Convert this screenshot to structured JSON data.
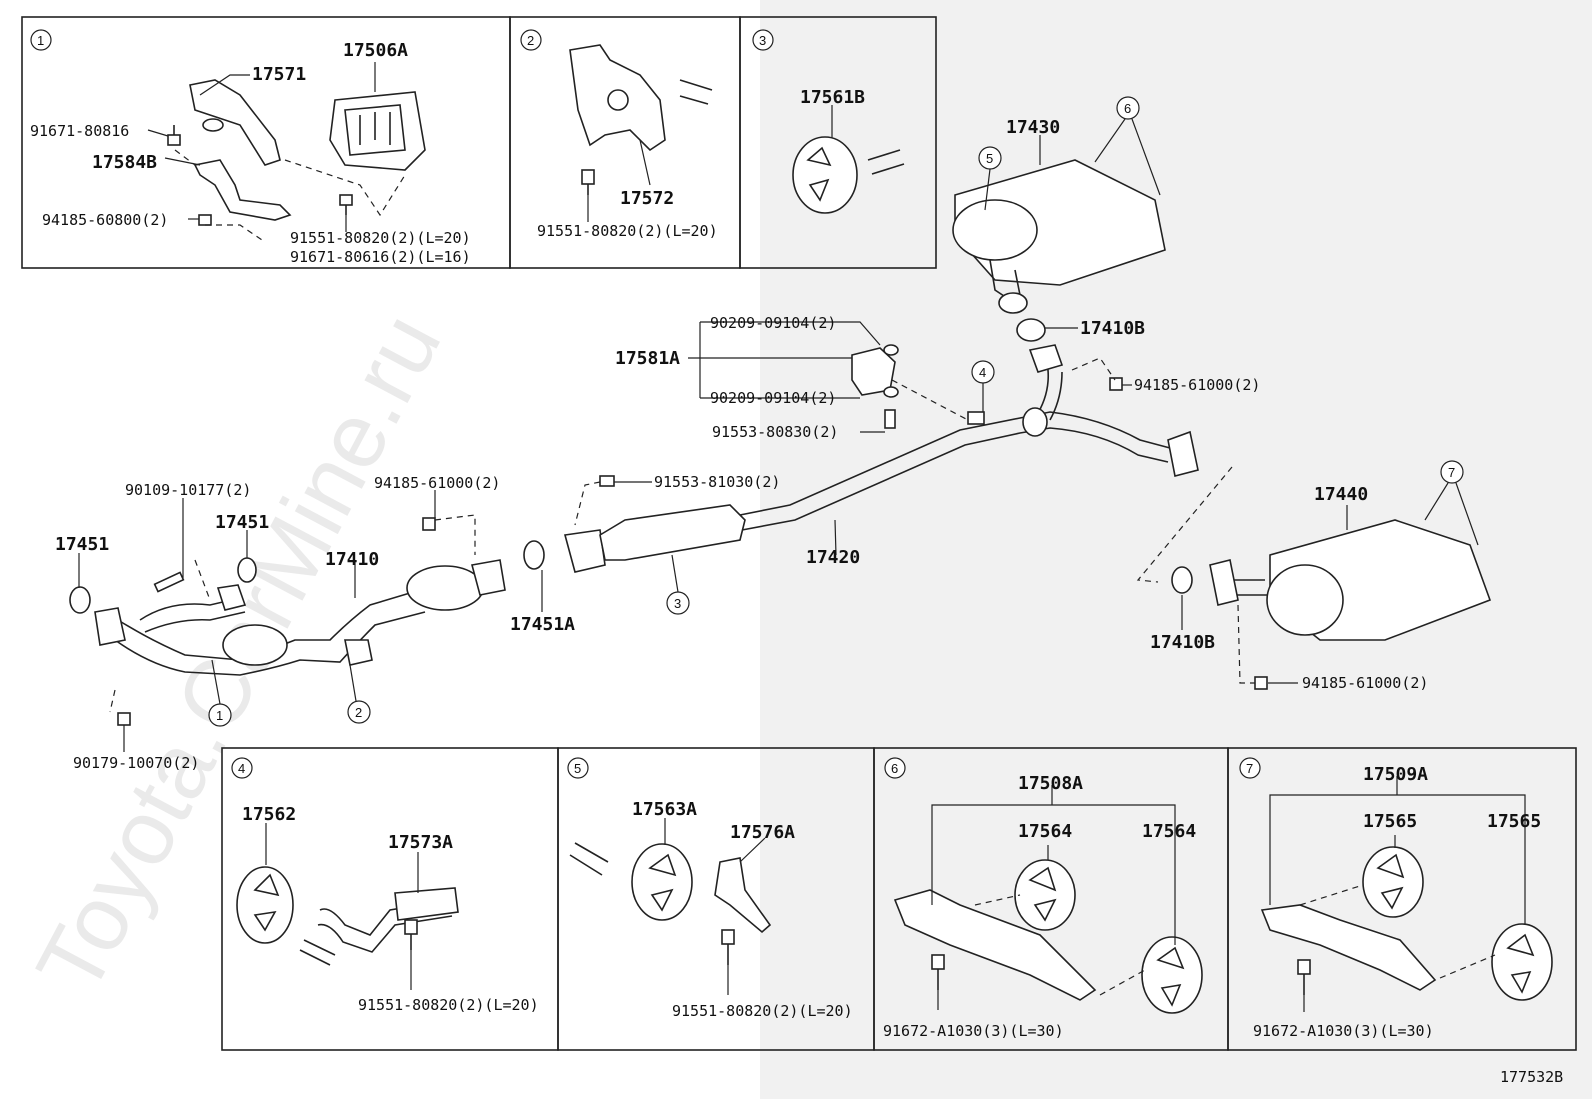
{
  "watermark": "Toyota.CarMine.ru",
  "diagram_code": "177532B",
  "callouts": [
    "1",
    "2",
    "3",
    "4",
    "5",
    "6",
    "7"
  ],
  "box1": {
    "num": "1",
    "parts": [
      "17571",
      "17506A",
      "91671-80816",
      "17584B",
      "94185-60800(2)",
      "91551-80820(2)(L=20)",
      "91671-80616(2)(L=16)"
    ]
  },
  "box2": {
    "num": "2",
    "parts": [
      "17572",
      "91551-80820(2)(L=20)"
    ]
  },
  "box3": {
    "num": "3",
    "parts": [
      "17561B"
    ]
  },
  "main": {
    "p17430": "17430",
    "p17410B_top": "17410B",
    "p94185_61000_a": "94185-61000(2)",
    "p90209_a": "90209-09104(2)",
    "p17581A": "17581A",
    "p90209_b": "90209-09104(2)",
    "p91553_80830": "91553-80830(2)",
    "p91553_81030": "91553-81030(2)",
    "p17420": "17420",
    "p17440": "17440",
    "p17410B_bot": "17410B",
    "p94185_61000_b": "94185-61000(2)",
    "p90109_10177": "90109-10177(2)",
    "p94185_61000_c": "94185-61000(2)",
    "p17451_a": "17451",
    "p17451_b": "17451",
    "p17410": "17410",
    "p17451A": "17451A",
    "p90179_10070": "90179-10070(2)"
  },
  "box4": {
    "num": "4",
    "parts": [
      "17562",
      "17573A",
      "91551-80820(2)(L=20)"
    ]
  },
  "box5": {
    "num": "5",
    "parts": [
      "17563A",
      "17576A",
      "91551-80820(2)(L=20)"
    ]
  },
  "box6": {
    "num": "6",
    "parts": [
      "17508A",
      "17564",
      "17564",
      "91672-A1030(3)(L=30)"
    ]
  },
  "box7": {
    "num": "7",
    "parts": [
      "17509A",
      "17565",
      "17565",
      "91672-A1030(3)(L=30)"
    ]
  }
}
